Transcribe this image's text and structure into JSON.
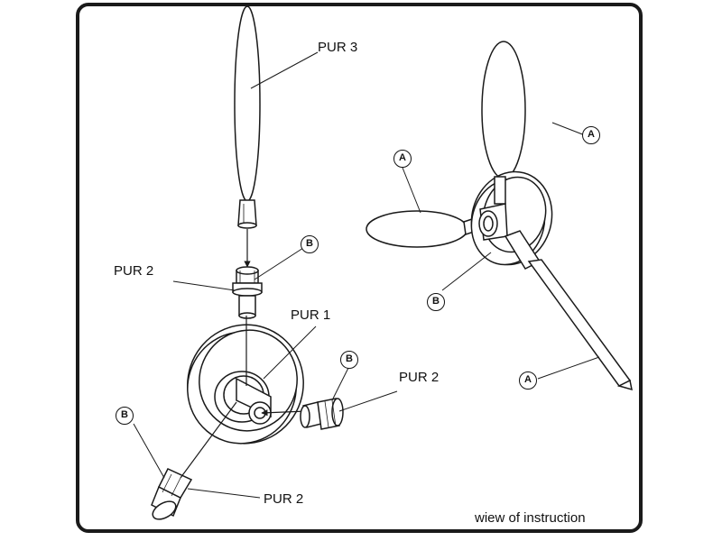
{
  "labels": {
    "pur3": "PUR 3",
    "pur2": "PUR 2",
    "pur1": "PUR 1",
    "part_a": "A",
    "part_b": "B"
  },
  "caption": "wiew of instruction",
  "colors": {
    "ink": "#1a1a1a",
    "paper": "#ffffff"
  }
}
